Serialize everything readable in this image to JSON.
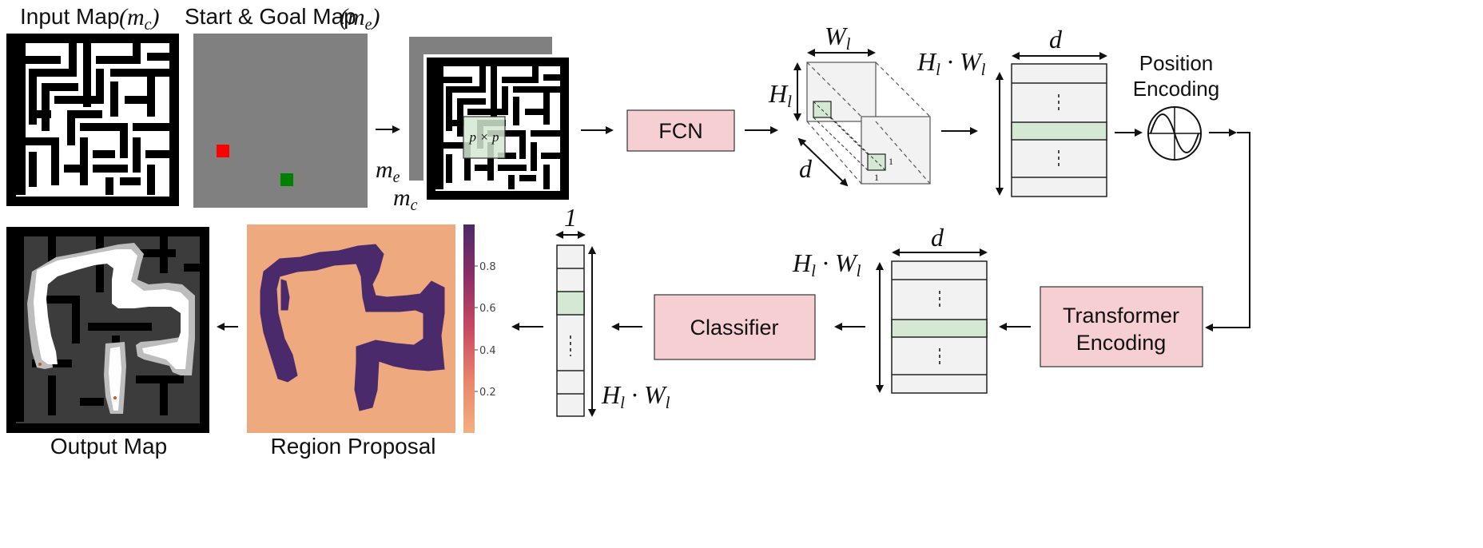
{
  "figure": {
    "input_map_label": "Input Map",
    "input_map_sym": "(m",
    "input_map_sub": "c",
    "goal_map_label": "Start & Goal Map",
    "goal_map_sym": "(m",
    "goal_map_sub": "e",
    "stack_me": "m",
    "stack_me_sub": "e",
    "stack_mc": "m",
    "stack_mc_sub": "c",
    "patch_label": "p × p",
    "fcn_label": "FCN",
    "feat_W": "W",
    "feat_W_sub": "l",
    "feat_H": "H",
    "feat_H_sub": "l",
    "feat_d": "d",
    "feat_one_a": "1",
    "feat_one_b": "1",
    "tok_top_rows": "H",
    "tok_top_rows_sub": "l",
    "tok_top_rows_dot": " · W",
    "tok_top_rows_sub2": "l",
    "tok_top_d": "d",
    "pos_enc_line1": "Position",
    "pos_enc_line2": "Encoding",
    "transformer_line1": "Transformer",
    "transformer_line2": "Encoding",
    "tok_bot_d": "d",
    "tok_bot_rows": "H",
    "tok_bot_rows_sub": "l",
    "tok_bot_rows_dot": " · W",
    "tok_bot_rows_sub2": "l",
    "classifier_label": "Classifier",
    "col_one": "1",
    "col_rows": "H",
    "col_rows_sub": "l",
    "col_rows_dot": " · W",
    "col_rows_sub2": "l",
    "region_label": "Region Proposal",
    "output_label": "Output Map",
    "colorbar_ticks": [
      "0.8",
      "0.6",
      "0.4",
      "0.2"
    ]
  },
  "colors": {
    "pink_box": "#f6cfd3",
    "green_cell": "#d5e8d4",
    "grey_map": "#808080",
    "start_marker": "#ff0000",
    "goal_marker": "#008000",
    "heat_low": "#eeaa7e",
    "heat_high": "#4b2a6b"
  }
}
